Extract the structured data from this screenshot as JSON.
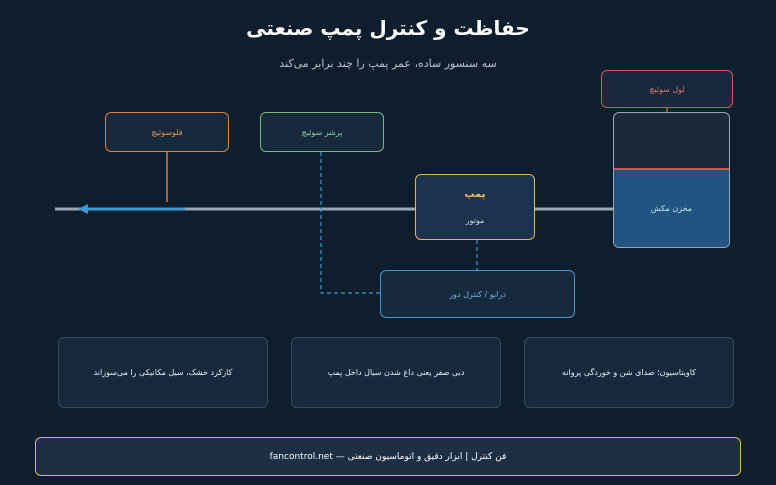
{
  "title": "حفاظت و کنترل پمپ صنعتی",
  "subtitle": "سه سنسور ساده، عمر پمپ را چند برابر می‌کند",
  "sensors": {
    "flow": "فلوسوئیچ",
    "pressure": "پرشر سوئیچ",
    "level": "لول سوئیچ"
  },
  "tank": {
    "label": "مخزن مکش"
  },
  "pump": {
    "title": "پمپ",
    "subtitle": "موتور"
  },
  "drive": {
    "label": "درایو / کنترل دور"
  },
  "info": [
    "کاویتاسیون؛ صدای شن و خوردگی پروانه",
    "دبی صفر یعنی داغ شدن سیال داخل پمپ",
    "کارکرد خشک، سیل مکانیکی را می‌سوزاند"
  ],
  "footer": "فن کنترل | ابزار دقیق و اتوماسیون صنعتی — fancontrol.net",
  "colors": {
    "background": "#0f1e2d",
    "flow": "#e07b39",
    "pressure": "#6fbf73",
    "level": "#d9534f",
    "pump": "#e8b64a",
    "drive": "#3a9ad9",
    "pipe": "#9aa7b3",
    "flow_arrow": "#3a9ad9"
  }
}
